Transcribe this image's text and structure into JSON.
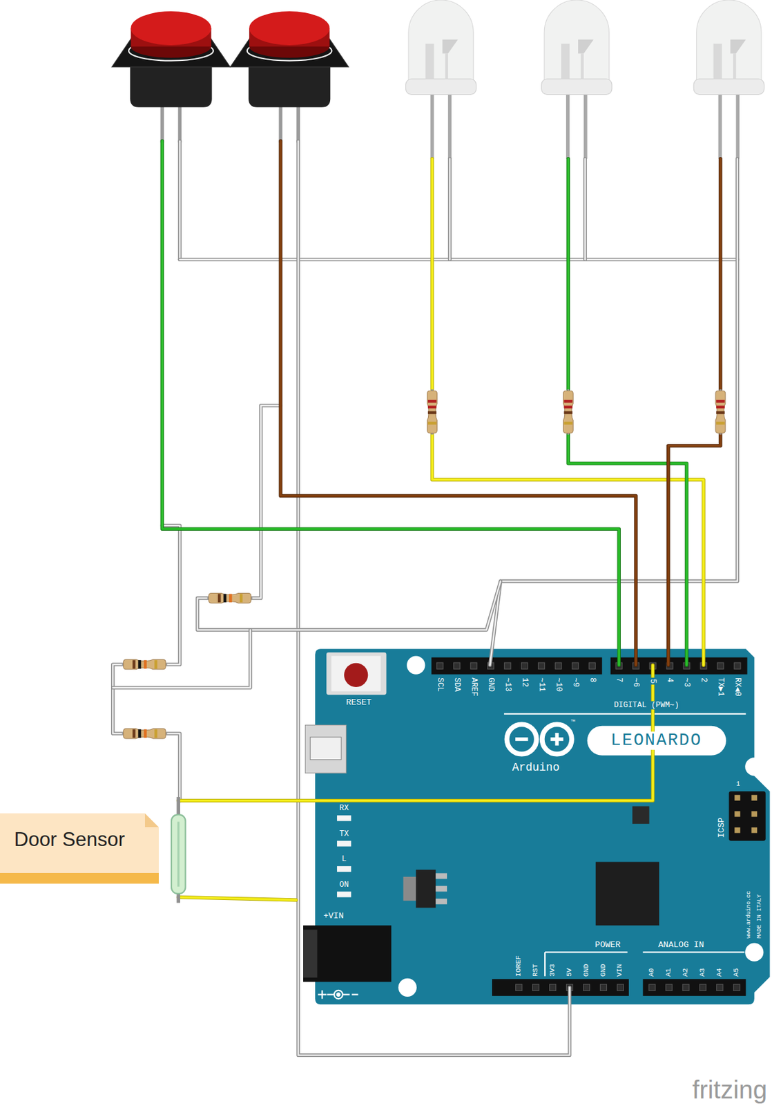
{
  "diagram": {
    "nodes": [
      {
        "text": [
          "Door Sensor"
        ]
      }
    ],
    "labels": [
      "RESET",
      "SCL",
      "SDA",
      "AREF",
      "GND",
      "~13",
      "12",
      "~11",
      "~10",
      "~9",
      "8",
      "7",
      "~6",
      "5",
      "4",
      "~3",
      "2",
      "TX▶1",
      "RX◀0",
      "DIGITAL (PWM~)",
      "™",
      "LEONARDO",
      "Arduino",
      "RX",
      "TX",
      "L",
      "ON",
      "ICSP",
      "1",
      "+VIN",
      "IOREF",
      "RST",
      "3V3",
      "5V",
      "GND",
      "GND",
      "VIN",
      "A0",
      "A1",
      "A2",
      "A3",
      "A4",
      "A5",
      "POWER",
      "ANALOG IN",
      "www.arduino.cc",
      "MADE IN ITALY",
      "fritzing"
    ]
  }
}
